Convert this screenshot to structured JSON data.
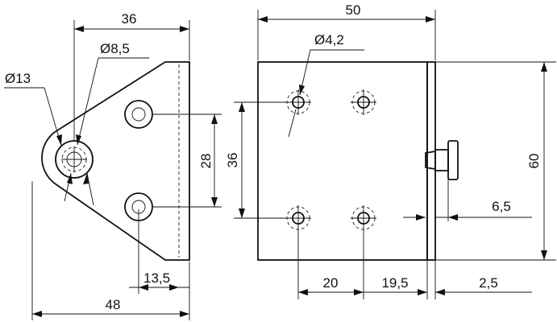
{
  "drawing": {
    "left_view": {
      "dim_top_width": "36",
      "dim_hole_small": "Ø8,5",
      "dim_boss_diameter": "Ø13",
      "dim_hole_spacing": "28",
      "dim_edge_offset": "13,5",
      "dim_total_width": "48"
    },
    "right_view": {
      "dim_top_width": "50",
      "dim_hole_diameter": "Ø4,2",
      "dim_hole_spacing_vertical": "36",
      "dim_height": "60",
      "dim_pin_offset": "6,5",
      "dim_hole_spacing_horizontal": "20",
      "dim_hole_to_edge": "19,5",
      "dim_thickness": "2,5"
    }
  }
}
